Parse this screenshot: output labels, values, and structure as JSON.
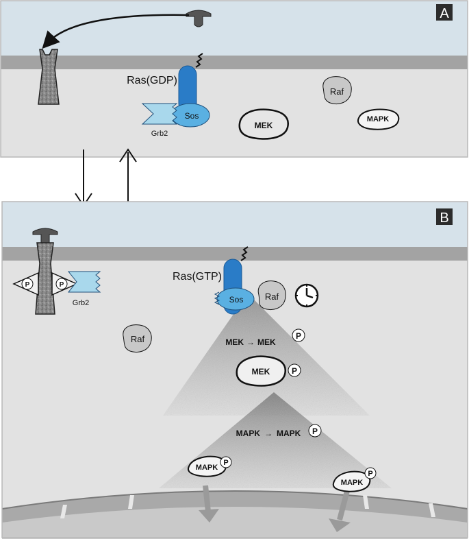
{
  "panel_a": {
    "corner_label": "A",
    "ras_label": "Ras(GDP)",
    "sos_label": "Sos",
    "grb2_label": "Grb2",
    "mek_label": "MEK",
    "raf_label": "Raf",
    "mapk_label": "MAPK"
  },
  "panel_b": {
    "corner_label": "B",
    "ras_label": "Ras(GTP)",
    "sos_label": "Sos",
    "raf_bound_label": "Raf",
    "grb2_label": "Grb2",
    "raf_free_label": "Raf",
    "p_label": "P",
    "mek_reaction_left": "MEK",
    "mek_reaction_arrow": "→",
    "mek_reaction_right": "MEK",
    "mek_label": "MEK",
    "mapk_reaction_left": "MAPK",
    "mapk_reaction_arrow": "→",
    "mapk_reaction_right": "MAPK",
    "mapk_left_label": "MAPK",
    "mapk_right_label": "MAPK"
  },
  "colors": {
    "extracellular": "#d6e2ea",
    "membrane": "#a3a3a3",
    "cytoplasm": "#e2e2e2",
    "ras_blue": "#2a7cc7",
    "sos_blue": "#5ab0e2",
    "grb2_blue": "#a9d8ec",
    "kinase_gray": "#c8c8c8"
  }
}
